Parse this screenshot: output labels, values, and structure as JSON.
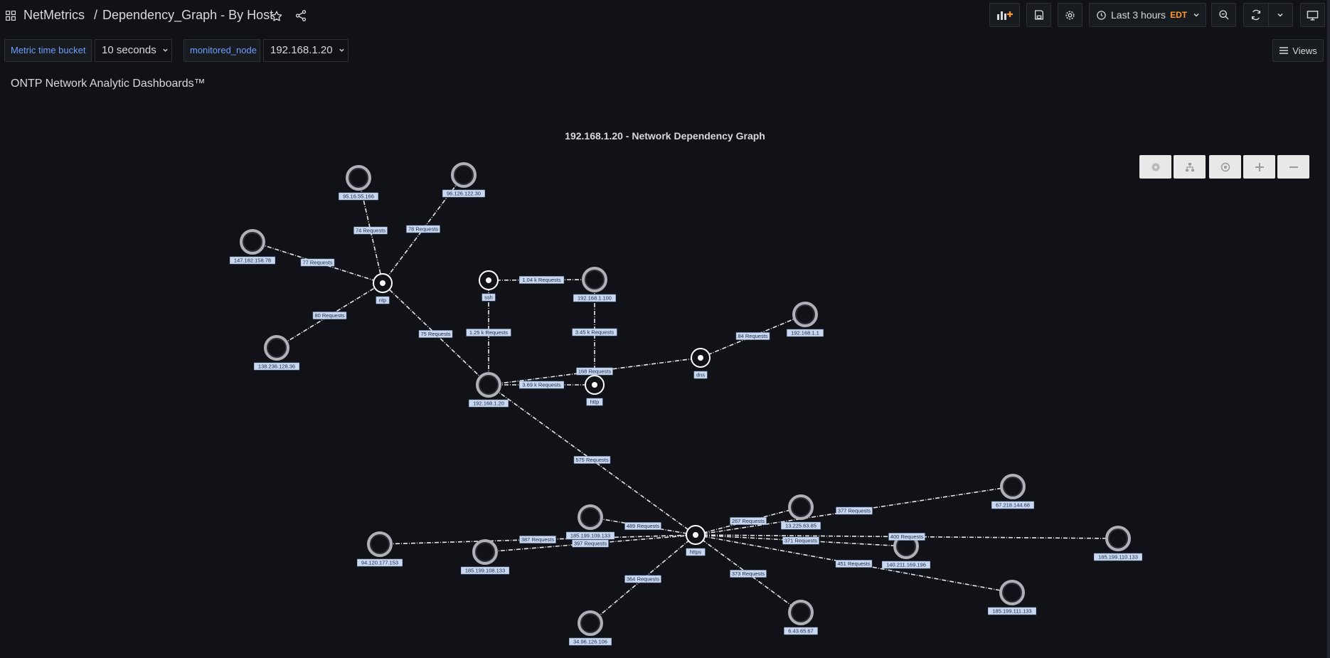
{
  "header": {
    "app_name": "NetMetrics",
    "breadcrumb_sep": "/",
    "dashboard_title": "Dependency_Graph - By Host",
    "time_range": "Last 3 hours",
    "timezone": "EDT",
    "views_label": "Views"
  },
  "variables": [
    {
      "label": "Metric time bucket",
      "value": "10 seconds"
    },
    {
      "label": "monitored_node",
      "value": "192.168.1.20"
    }
  ],
  "panel": {
    "description": "ONTP Network Analytic Dashboards™",
    "title": "192.168.1.20 - Network Dependency Graph"
  },
  "colors": {
    "background": "#111217",
    "text": "#d8d9da",
    "label_blue": "#6e9fff",
    "accent_orange": "#ff9830",
    "node_ring": "#b0b0b8",
    "edge_label_bg": "#c8d8f0"
  },
  "graph": {
    "nodes": [
      {
        "id": "n1",
        "label": "95.16.55.166",
        "kind": "leaf"
      },
      {
        "id": "n2",
        "label": "96.126.122.30",
        "kind": "leaf"
      },
      {
        "id": "n3",
        "label": "147.182.158.78",
        "kind": "leaf"
      },
      {
        "id": "ntp",
        "label": "ntp",
        "kind": "service"
      },
      {
        "id": "n4",
        "label": "138.236.128.36",
        "kind": "leaf"
      },
      {
        "id": "ssh",
        "label": "ssh",
        "kind": "service"
      },
      {
        "id": "n5",
        "label": "192.168.1.100",
        "kind": "leaf"
      },
      {
        "id": "center",
        "label": "192.168.1.20",
        "kind": "leaf"
      },
      {
        "id": "http",
        "label": "http",
        "kind": "service"
      },
      {
        "id": "dns",
        "label": "dns",
        "kind": "service"
      },
      {
        "id": "n6",
        "label": "192.168.1.1",
        "kind": "leaf"
      },
      {
        "id": "https",
        "label": "https",
        "kind": "service"
      },
      {
        "id": "n7",
        "label": "67.218.144.68",
        "kind": "leaf"
      },
      {
        "id": "n8",
        "label": "13.225.63.85",
        "kind": "leaf"
      },
      {
        "id": "n9",
        "label": "185.199.109.133",
        "kind": "leaf"
      },
      {
        "id": "n10",
        "label": "94.120.177.153",
        "kind": "leaf"
      },
      {
        "id": "n11",
        "label": "185.199.108.133",
        "kind": "leaf"
      },
      {
        "id": "n12",
        "label": "140.211.169.196",
        "kind": "leaf"
      },
      {
        "id": "n13",
        "label": "185.199.110.133",
        "kind": "leaf"
      },
      {
        "id": "n14",
        "label": "185.199.111.133",
        "kind": "leaf"
      },
      {
        "id": "n15",
        "label": "6.43.65.67",
        "kind": "leaf"
      },
      {
        "id": "n16",
        "label": "34.96.126.106",
        "kind": "leaf"
      }
    ],
    "edges": [
      {
        "from": "n1",
        "to": "ntp",
        "label": "74 Requests"
      },
      {
        "from": "n2",
        "to": "ntp",
        "label": "78 Requests"
      },
      {
        "from": "n3",
        "to": "ntp",
        "label": "77 Requests"
      },
      {
        "from": "n4",
        "to": "ntp",
        "label": "80 Requests"
      },
      {
        "from": "center",
        "to": "ntp",
        "label": "75 Requests"
      },
      {
        "from": "ssh",
        "to": "n5",
        "label": "1.04 k Requests"
      },
      {
        "from": "center",
        "to": "ssh",
        "label": "1.25 k Requests"
      },
      {
        "from": "n5",
        "to": "http",
        "label": "3.45 k Requests"
      },
      {
        "from": "center",
        "to": "http",
        "label": "3.69 k Requests"
      },
      {
        "from": "center",
        "to": "dns",
        "label": "168 Requests"
      },
      {
        "from": "dns",
        "to": "n6",
        "label": "84 Requests"
      },
      {
        "from": "center",
        "to": "https",
        "label": "575 Requests"
      },
      {
        "from": "https",
        "to": "n7",
        "label": "377 Requests"
      },
      {
        "from": "https",
        "to": "n8",
        "label": "267 Requests"
      },
      {
        "from": "n9",
        "to": "https",
        "label": "489 Requests"
      },
      {
        "from": "n10",
        "to": "https",
        "label": "387 Requests"
      },
      {
        "from": "n11",
        "to": "https",
        "label": "397 Requests"
      },
      {
        "from": "https",
        "to": "n12",
        "label": "371 Requests"
      },
      {
        "from": "https",
        "to": "n13",
        "label": "400 Requests"
      },
      {
        "from": "https",
        "to": "n14",
        "label": "451 Requests"
      },
      {
        "from": "https",
        "to": "n15",
        "label": "373 Requests"
      },
      {
        "from": "n16",
        "to": "https",
        "label": "364 Requests"
      }
    ]
  }
}
